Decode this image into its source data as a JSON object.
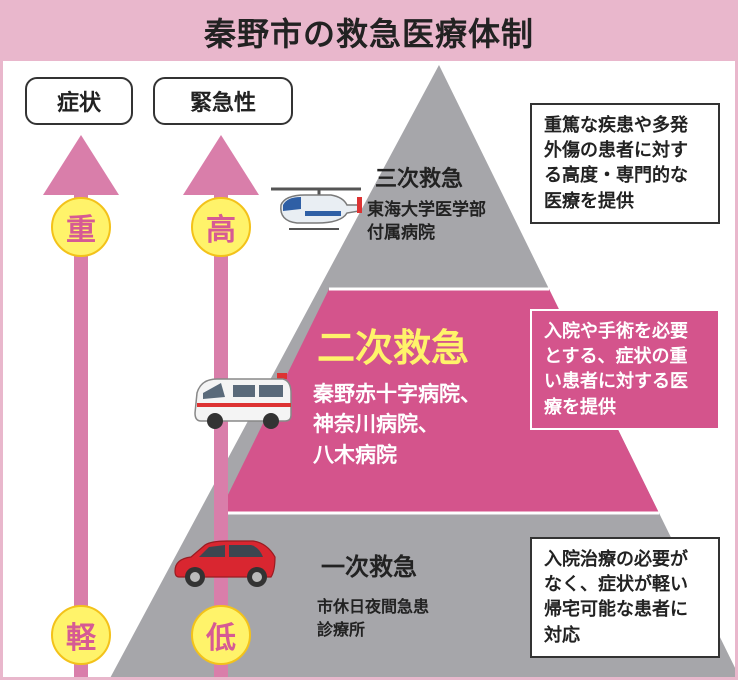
{
  "title": "秦野市の救急医療体制",
  "axes": {
    "symptom": {
      "label": "症状",
      "high": "重",
      "low": "軽"
    },
    "urgency": {
      "label": "緊急性",
      "high": "高",
      "low": "低"
    }
  },
  "levels": {
    "tertiary": {
      "name": "三次救急",
      "hospitals": "東海大学医学部\n付属病院",
      "description": "重篤な疾患や多発\n外傷の患者に対す\nる高度・専門的な\n医療を提供",
      "vehicle": "Doctor-Heli"
    },
    "secondary": {
      "name": "二次救急",
      "hospitals": "秦野赤十字病院、\n神奈川病院、\n八木病院",
      "description": "入院や手術を必要\nとする、症状の重\nい患者に対する医\n療を提供"
    },
    "primary": {
      "name": "一次救急",
      "hospitals": "市休日夜間急患\n診療所",
      "description": "入院治療の必要が\nなく、症状が軽い\n帰宅可能な患者に\n対応"
    }
  },
  "colors": {
    "title_bg": "#e9b7cc",
    "arrow": "#d97eaa",
    "pyramid_grey": "#a6a6aa",
    "pyramid_pink": "#d4548c",
    "badge_fill": "#fff36a",
    "secondary_title": "#fff36a"
  },
  "icons": [
    "helicopter-icon",
    "ambulance-icon",
    "car-icon"
  ]
}
